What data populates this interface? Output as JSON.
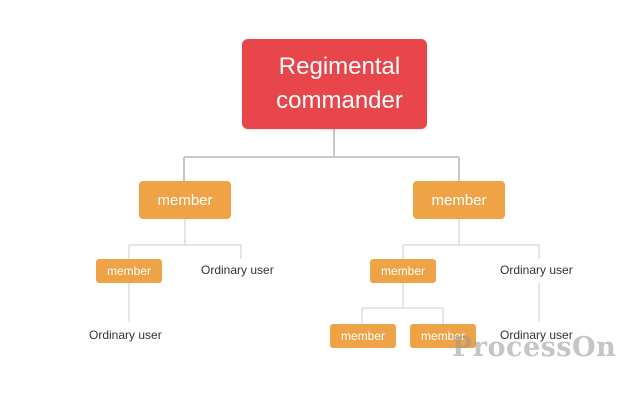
{
  "diagram": {
    "root": {
      "label_line1": "Regimental",
      "label_line2": "commander"
    },
    "left_branch": {
      "member": "member",
      "child_member": "member",
      "child_ordinary": "Ordinary user",
      "grandchild_ordinary": "Ordinary user"
    },
    "right_branch": {
      "member": "member",
      "child_member": "member",
      "child_ordinary": "Ordinary user",
      "grandchild_member_left": "member",
      "grandchild_member_right": "member",
      "grandchild_ordinary": "Ordinary user"
    },
    "colors": {
      "root": "#e8464a",
      "member": "#eea446",
      "connector": "#c8c8c8"
    }
  },
  "watermark": {
    "text": "ProcessOn"
  }
}
